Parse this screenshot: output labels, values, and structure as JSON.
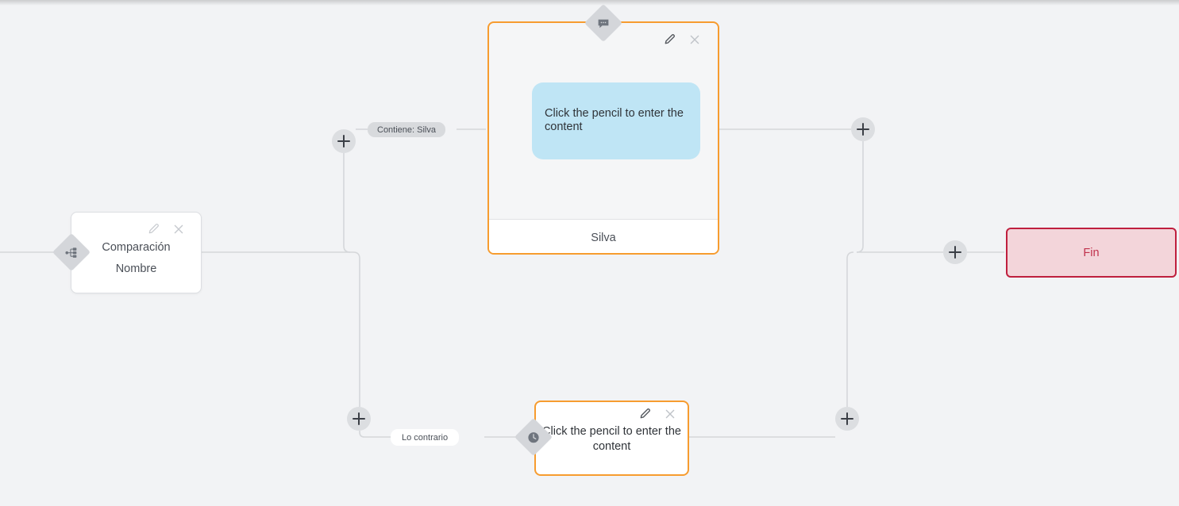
{
  "canvas": {
    "background_color": "#f2f3f5",
    "edge_color": "#d5d7da"
  },
  "nodes": {
    "compare": {
      "name": "comparison-node",
      "title": "Comparación",
      "subtitle": "Nombre",
      "icon": "branch-hierarchy-icon",
      "edit_icon": "pencil-icon",
      "close_icon": "close-icon",
      "border_color": "#dcdee2",
      "background_color": "#ffffff"
    },
    "message": {
      "name": "message-node",
      "bubble_text": "Click the pencil to enter the content",
      "footer_label": "Silva",
      "icon": "speech-bubble-icon",
      "edit_icon": "pencil-icon",
      "close_icon": "close-icon",
      "border_color": "#f79c2f",
      "bubble_color": "#bfe5f5"
    },
    "wait": {
      "name": "wait-node",
      "text": "Click the pencil to enter the content",
      "icon": "clock-icon",
      "edit_icon": "pencil-icon",
      "close_icon": "close-icon",
      "border_color": "#f79c2f"
    },
    "end": {
      "name": "end-node",
      "label": "Fin",
      "border_color": "#bf1f3e",
      "background_color": "#f3d5da",
      "text_color": "#c0324c"
    }
  },
  "edges": {
    "labels": [
      {
        "name": "edge-label-contiene",
        "text": "Contiene: Silva",
        "style": "gray"
      },
      {
        "name": "edge-label-lo-contrario",
        "text": "Lo contrario",
        "style": "white"
      }
    ]
  },
  "add_buttons": [
    {
      "name": "add-node-button-branch-true",
      "glyph": "plus-icon"
    },
    {
      "name": "add-node-button-branch-false",
      "glyph": "plus-icon"
    },
    {
      "name": "add-node-button-after-message",
      "glyph": "plus-icon"
    },
    {
      "name": "add-node-button-after-wait",
      "glyph": "plus-icon"
    },
    {
      "name": "add-node-button-before-end",
      "glyph": "plus-icon"
    }
  ]
}
